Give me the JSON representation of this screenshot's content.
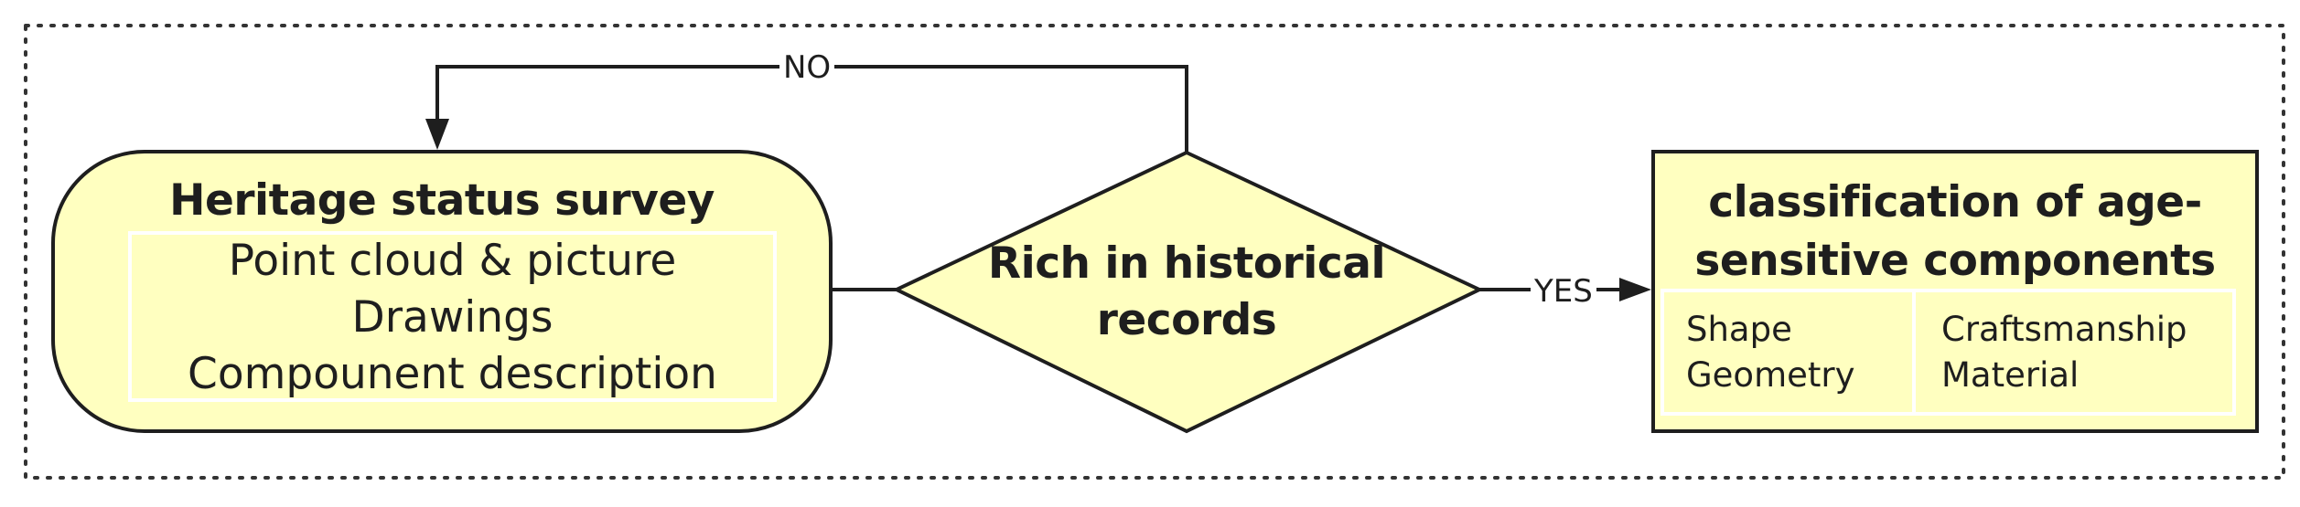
{
  "diagram": {
    "survey": {
      "title": "Heritage status survey",
      "items": [
        "Point cloud & picture",
        "Drawings",
        "Compounent description"
      ]
    },
    "decision": {
      "line1": "Rich in historical",
      "line2": "records"
    },
    "classification": {
      "title_line1": "classification of age-",
      "title_line2": "sensitive components",
      "left_items": [
        "Shape",
        "Geometry"
      ],
      "right_items": [
        "Craftsmanship",
        "Material"
      ]
    },
    "edges": {
      "no_label": "NO",
      "yes_label": "YES"
    },
    "colors": {
      "fill": "#ffffc0",
      "stroke": "#1e1e1e"
    }
  }
}
